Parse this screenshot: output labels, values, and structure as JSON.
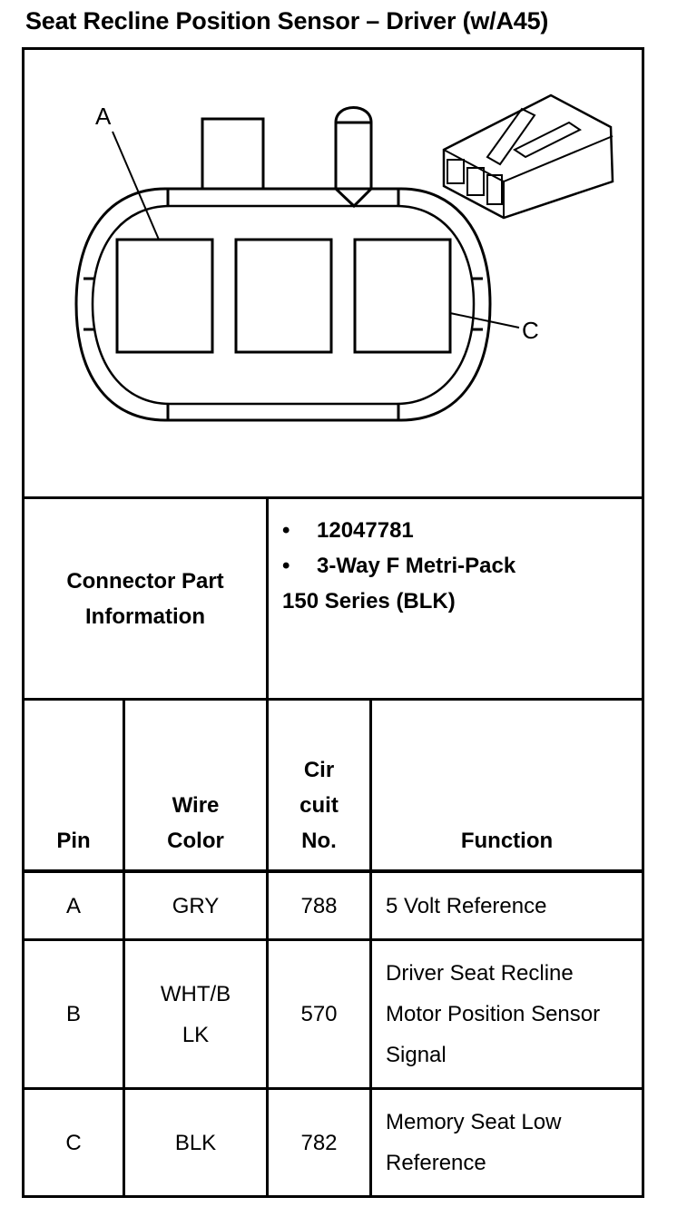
{
  "title": "Seat Recline Position Sensor – Driver (w/A45)",
  "diagram": {
    "callout_a": "A",
    "callout_c": "C"
  },
  "part_info": {
    "label": "Connector Part Information",
    "bullets": [
      "12047781",
      "3-Way F Metri-Pack"
    ],
    "continuation": "150 Series (BLK)"
  },
  "table": {
    "headers": {
      "pin": "Pin",
      "wire_color": "Wire Color",
      "circuit": "Cir cuit No.",
      "function": "Function"
    },
    "rows": [
      {
        "pin": "A",
        "wire_color": "GRY",
        "circuit": "788",
        "function": "5 Volt Reference"
      },
      {
        "pin": "B",
        "wire_color": "WHT/B LK",
        "circuit": "570",
        "function": "Driver Seat Recline Motor Position Sensor Signal"
      },
      {
        "pin": "C",
        "wire_color": "BLK",
        "circuit": "782",
        "function": "Memory Seat Low Reference"
      }
    ]
  }
}
